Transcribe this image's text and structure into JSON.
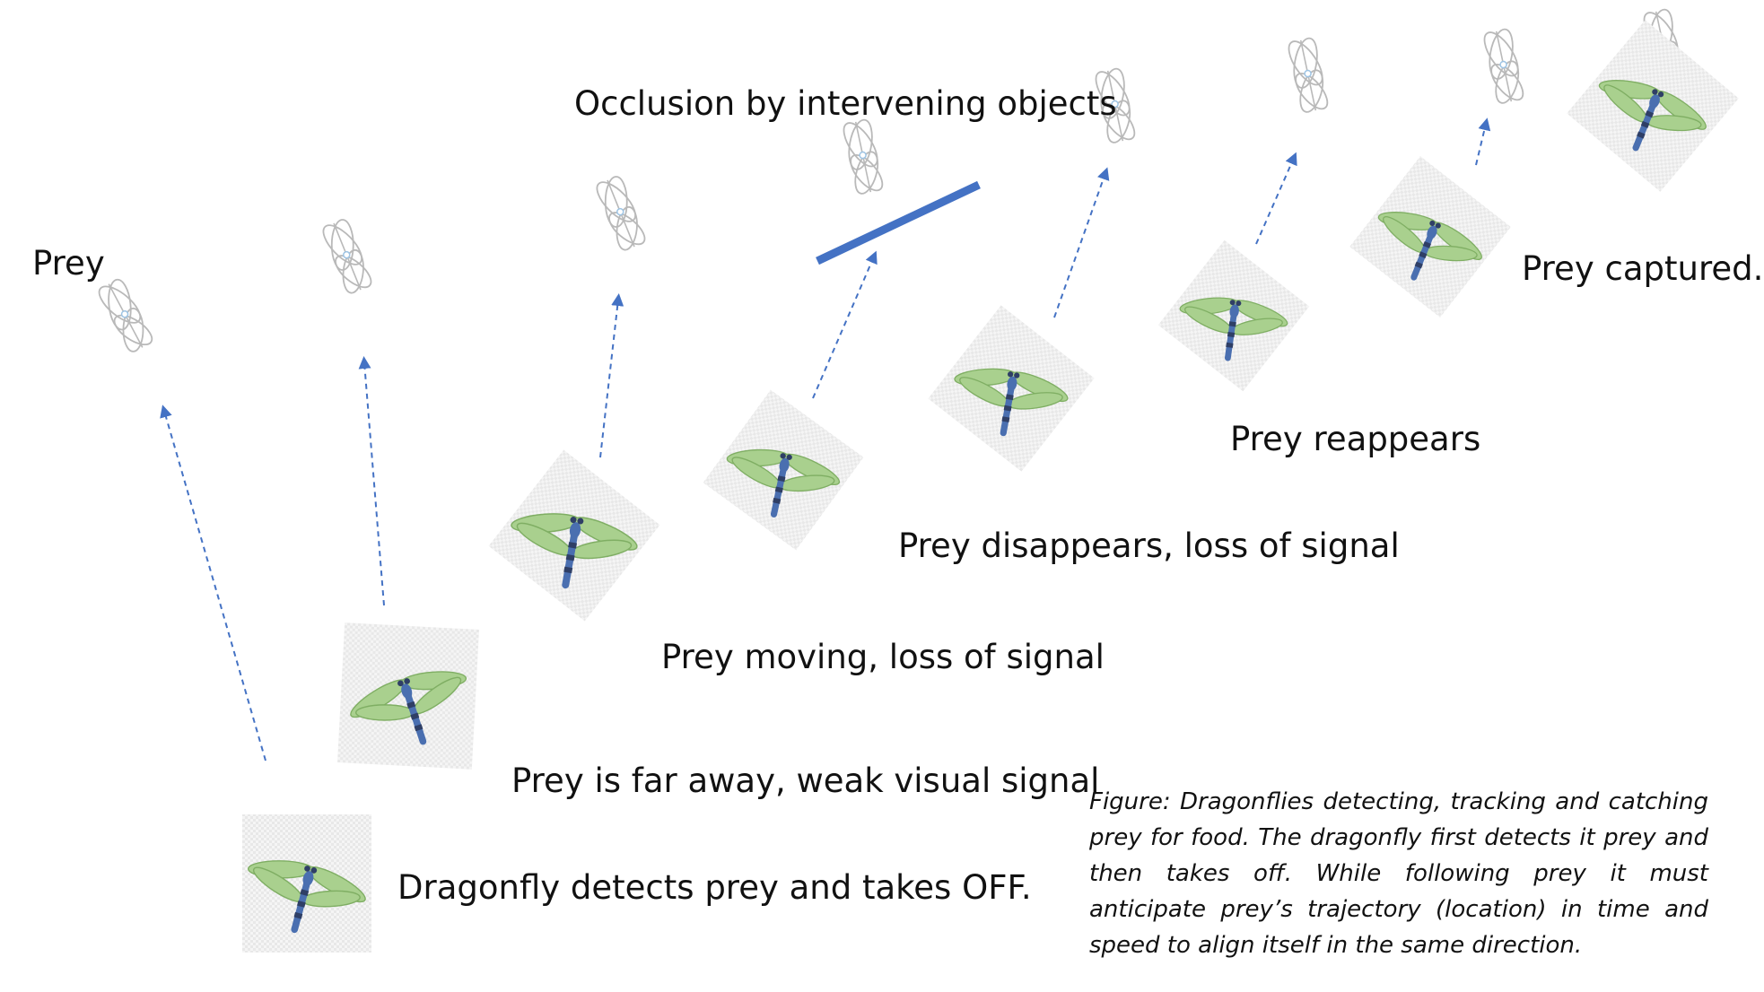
{
  "labels": {
    "prey": "Prey",
    "occlusion": "Occlusion by intervening objects",
    "prey_captured": "Prey captured.",
    "prey_reappears": "Prey reappears",
    "prey_disappears": "Prey disappears, loss of signal",
    "prey_moving": "Prey moving, loss of signal",
    "prey_far": "Prey is far away, weak visual signal",
    "dragonfly_detects": "Dragonfly detects prey and takes OFF."
  },
  "caption": "Figure: Dragonflies detecting, tracking and catching prey for food. The dragonfly first detects it prey and then takes off. While following prey it must anticipate prey’s trajectory (location) in time and speed to align itself in the same direction.",
  "colors": {
    "arrow": "#4472c4",
    "occluder": "#4472c4",
    "wing": "#a9d08e",
    "wing_stroke": "#7fae63",
    "body": "#4a6fb0",
    "body_dark": "#2f3f66",
    "prey_stroke": "#b9b9b9",
    "tile": "#ececec"
  }
}
